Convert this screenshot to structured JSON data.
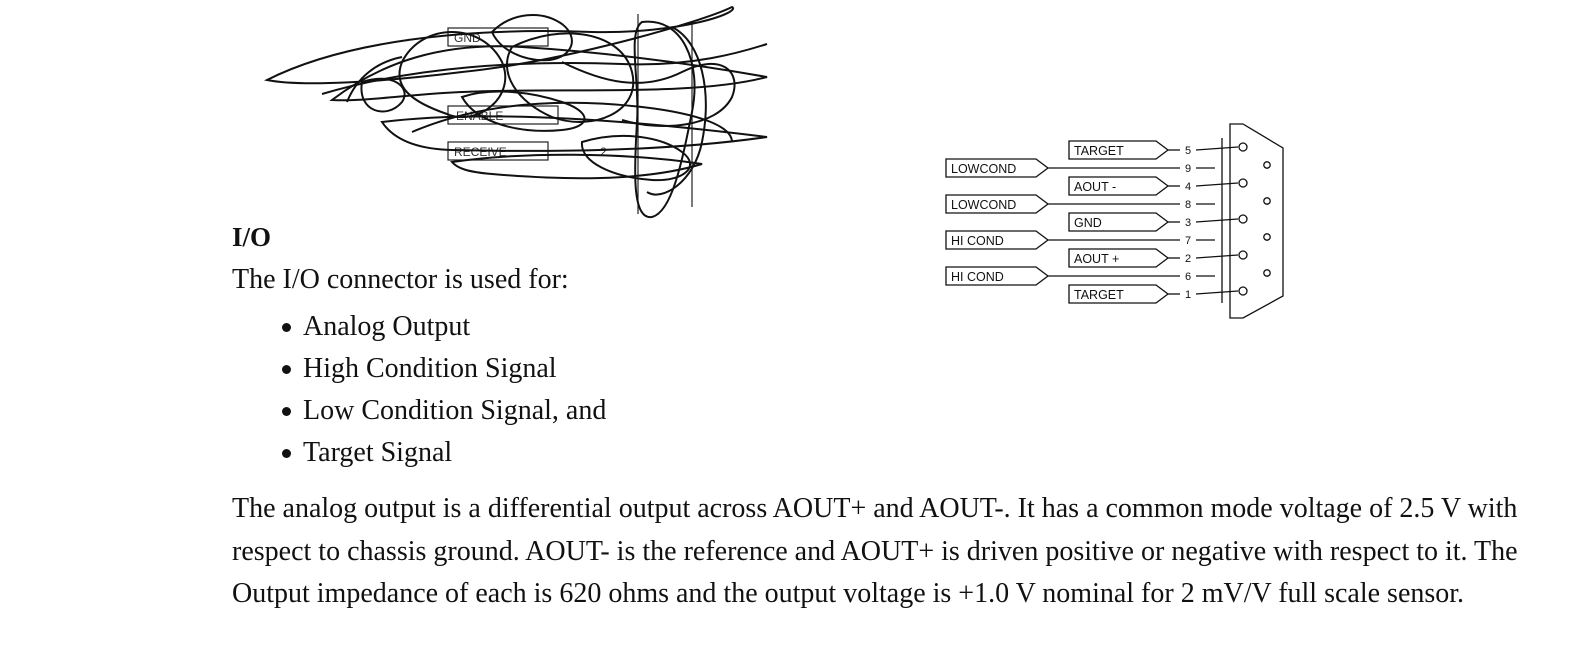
{
  "scribbled_figure": {
    "labels": [
      "GND",
      "ENABLE",
      "RECEIVE",
      "2"
    ]
  },
  "connector_diagram": {
    "right_labels": [
      "TARGET",
      "AOUT -",
      "GND",
      "AOUT +",
      "TARGET"
    ],
    "right_pins": [
      "5",
      "4",
      "3",
      "2",
      "1"
    ],
    "left_labels": [
      "LOWCOND",
      "LOWCOND",
      "HI COND",
      "HI COND"
    ],
    "left_pins": [
      "9",
      "8",
      "7",
      "6"
    ]
  },
  "section": {
    "heading": "I/O",
    "intro": "The I/O connector is used for:",
    "bullets": [
      "Analog Output",
      "High Condition Signal",
      "Low Condition Signal, and",
      "Target Signal"
    ],
    "paragraph": "The analog output is a differential output across AOUT+ and AOUT-. It has a common mode voltage of 2.5 V with respect to chassis ground. AOUT- is the reference and AOUT+ is driven positive or negative with respect to it. The Output impedance of each is 620 ohms and the output voltage is +1.0 V nominal for 2 mV/V full scale sensor."
  }
}
